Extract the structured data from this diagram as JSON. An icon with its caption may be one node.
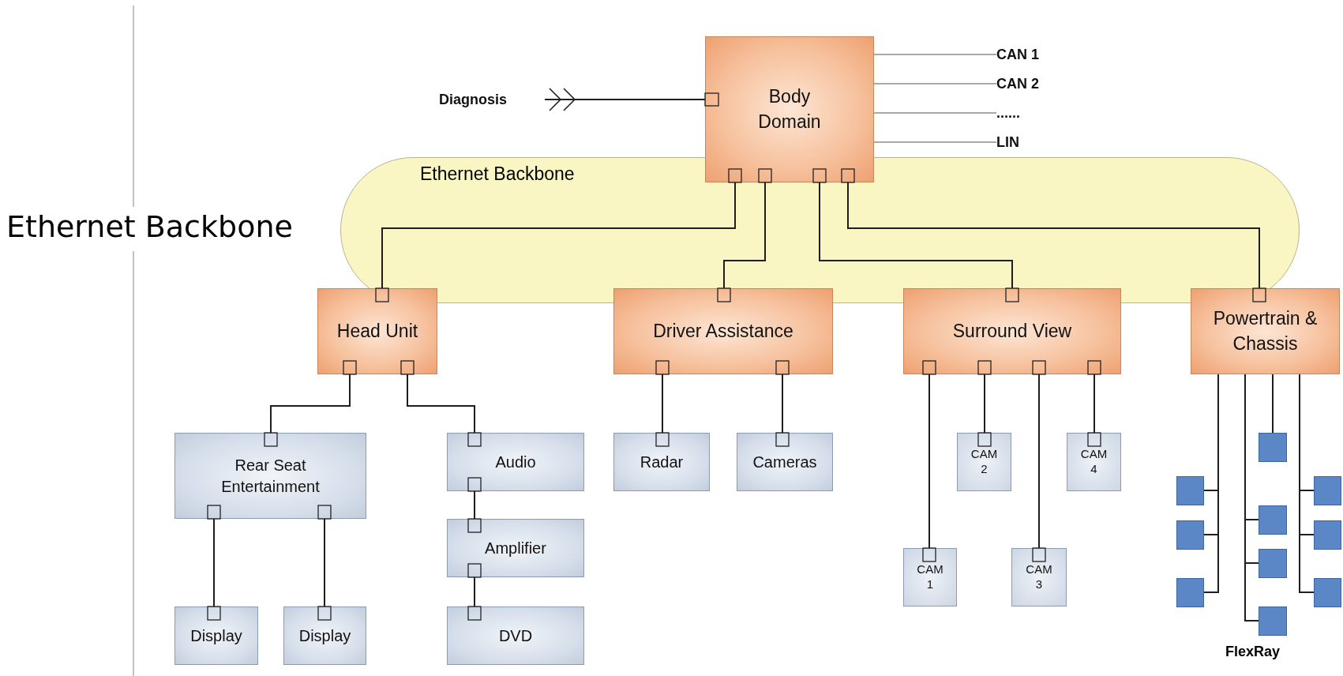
{
  "diagram": {
    "nodes": [
      {
        "text": [
          "Body Domain"
        ]
      },
      {
        "text": [
          "Diagnosis"
        ]
      },
      {
        "text": [
          "CAN 1"
        ]
      },
      {
        "text": [
          "CAN 2"
        ]
      },
      {
        "text": [
          "......"
        ]
      },
      {
        "text": [
          "LIN"
        ]
      },
      {
        "text": [
          "Head Unit"
        ]
      },
      {
        "text": [
          "Driver Assistance"
        ]
      },
      {
        "text": [
          "Surround View"
        ]
      },
      {
        "text": [
          "Powertrain & Chassis"
        ]
      },
      {
        "text": [
          "Rear Seat Entertainment"
        ]
      },
      {
        "text": [
          "Audio"
        ]
      },
      {
        "text": [
          "Amplifier"
        ]
      },
      {
        "text": [
          "DVD"
        ]
      },
      {
        "text": [
          "Display"
        ]
      },
      {
        "text": [
          "Display"
        ]
      },
      {
        "text": [
          "Radar"
        ]
      },
      {
        "text": [
          "Cameras"
        ]
      },
      {
        "text": [
          "CAM 2"
        ]
      },
      {
        "text": [
          "CAM 4"
        ]
      },
      {
        "text": [
          "CAM 1"
        ]
      },
      {
        "text": [
          "CAM 3"
        ]
      },
      {
        "text": [],
        "shape": "box"
      },
      {
        "text": [],
        "shape": "box"
      },
      {
        "text": [],
        "shape": "box"
      },
      {
        "text": [],
        "shape": "box"
      },
      {
        "text": [],
        "shape": "box"
      },
      {
        "text": [],
        "shape": "box"
      },
      {
        "text": [],
        "shape": "box"
      },
      {
        "text": [],
        "shape": "box"
      },
      {
        "text": [],
        "shape": "box"
      },
      {
        "text": [],
        "shape": "box"
      }
    ],
    "edges": [
      {
        "from": 0,
        "to": 1,
        "arrow": "other"
      },
      {
        "from": 0,
        "to": 2,
        "arrow": "none",
        "color": "#8c8c8c"
      },
      {
        "from": 0,
        "to": 3,
        "arrow": "none",
        "color": "#8c8c8c"
      },
      {
        "from": 0,
        "to": 4,
        "arrow": "none",
        "color": "#8c8c8c"
      },
      {
        "from": 0,
        "to": 5,
        "arrow": "none",
        "color": "#8c8c8c"
      },
      {
        "from": 0,
        "to": 6,
        "arrow": "none"
      },
      {
        "from": 0,
        "to": 7,
        "arrow": "none"
      },
      {
        "from": 0,
        "to": 8,
        "arrow": "none"
      },
      {
        "from": 0,
        "to": 9,
        "arrow": "none"
      },
      {
        "from": 6,
        "to": 10,
        "arrow": "none"
      },
      {
        "from": 6,
        "to": 11,
        "arrow": "none"
      },
      {
        "from": 11,
        "to": 12,
        "arrow": "none"
      },
      {
        "from": 12,
        "to": 13,
        "arrow": "none"
      },
      {
        "from": 10,
        "to": 14,
        "arrow": "none"
      },
      {
        "from": 10,
        "to": 15,
        "arrow": "none"
      },
      {
        "from": 7,
        "to": 16,
        "arrow": "none"
      },
      {
        "from": 7,
        "to": 17,
        "arrow": "none"
      },
      {
        "from": 8,
        "to": 20,
        "arrow": "none"
      },
      {
        "from": 8,
        "to": 18,
        "arrow": "none"
      },
      {
        "from": 8,
        "to": 21,
        "arrow": "none"
      },
      {
        "from": 8,
        "to": 19,
        "arrow": "none"
      },
      {
        "from": 9,
        "to": 22,
        "arrow": "none"
      },
      {
        "from": 9,
        "to": 23,
        "arrow": "none"
      },
      {
        "from": 9,
        "to": 24,
        "arrow": "none"
      },
      {
        "from": 9,
        "to": 25,
        "arrow": "none"
      },
      {
        "from": 9,
        "to": 26,
        "arrow": "none"
      },
      {
        "from": 9,
        "to": 27,
        "arrow": "none"
      },
      {
        "from": 9,
        "to": 28,
        "arrow": "none"
      },
      {
        "from": 9,
        "to": 29,
        "arrow": "none"
      },
      {
        "from": 9,
        "to": 30,
        "arrow": "none"
      },
      {
        "from": 9,
        "to": 31,
        "arrow": "none"
      }
    ],
    "labels": [
      "Ethernet Backbone",
      "Ethernet Backbone",
      "FlexRay"
    ]
  }
}
